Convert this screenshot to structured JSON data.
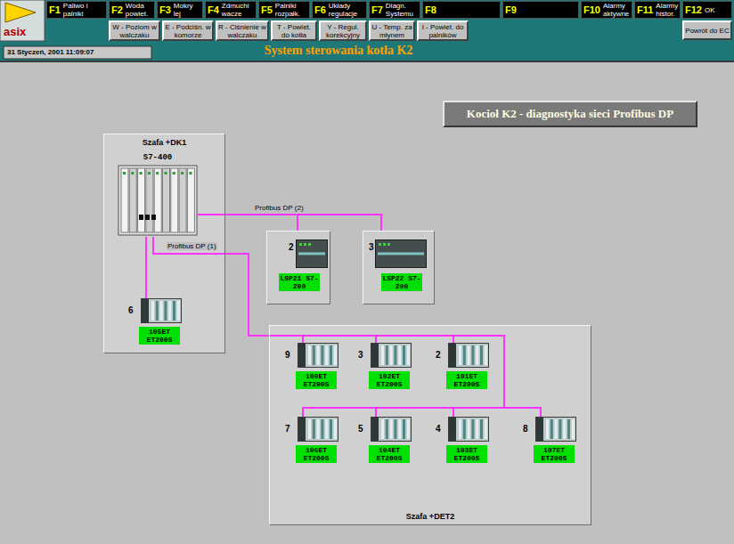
{
  "diagram": {
    "title": "System sterowania kotła K2",
    "nodes": [
      {
        "text": [
          "F1",
          "Paliwo i palniki"
        ]
      },
      {
        "text": [
          "F2",
          "Woda powiet."
        ]
      },
      {
        "text": [
          "F3",
          "Mokry lej"
        ]
      },
      {
        "text": [
          "F4",
          "Zdmuchi wacze"
        ]
      },
      {
        "text": [
          "F5",
          "Palniki rozpałk."
        ]
      },
      {
        "text": [
          "F6",
          "Układy regulacje"
        ]
      },
      {
        "text": [
          "F7",
          "Diagn. Systemu"
        ]
      },
      {
        "text": [
          "F8"
        ]
      },
      {
        "text": [
          "F9"
        ]
      },
      {
        "text": [
          "F10",
          "Alarmy aktywne"
        ]
      },
      {
        "text": [
          "F11",
          "Alarmy histor."
        ]
      },
      {
        "text": [
          "F12",
          "OK"
        ]
      },
      {
        "text": [
          "W - Poziom w walczaku"
        ]
      },
      {
        "text": [
          "E - Podciśn. w komorze"
        ]
      },
      {
        "text": [
          "R - Ciśnienie w walczaku"
        ]
      },
      {
        "text": [
          "T - Powiet. do kotła"
        ]
      },
      {
        "text": [
          "Y - Regul. korekcyjny"
        ]
      },
      {
        "text": [
          "U - Temp. za młynem"
        ]
      },
      {
        "text": [
          "I - Powiet. do palników"
        ]
      },
      {
        "text": [
          "Powrót do EC"
        ]
      },
      {
        "text": [
          "Kocioł K2 - diagnostyka sieci Profibus DP"
        ]
      },
      {
        "text": [
          "Szafa +DK1"
        ]
      },
      {
        "text": [
          "S7-400"
        ],
        "in": 21
      },
      {
        "text": [
          "2",
          "LSP21 S7-200"
        ]
      },
      {
        "text": [
          "3",
          "LSP22 S7-200"
        ]
      },
      {
        "text": [
          "6",
          "105ET ET200S"
        ],
        "in": 21
      },
      {
        "text": [
          "Szafa +DET2"
        ]
      },
      {
        "text": [
          "9",
          "100ET ET200S"
        ],
        "in": 26
      },
      {
        "text": [
          "3",
          "102ET ET200S"
        ],
        "in": 26
      },
      {
        "text": [
          "2",
          "101ET ET200S"
        ],
        "in": 26
      },
      {
        "text": [
          "7",
          "106ET ET200S"
        ],
        "in": 26
      },
      {
        "text": [
          "5",
          "104ET ET200S"
        ],
        "in": 26
      },
      {
        "text": [
          "4",
          "103ET ET200S"
        ],
        "in": 26
      },
      {
        "text": [
          "8",
          "107ET ET200S"
        ],
        "in": 26
      }
    ],
    "edges": [
      {
        "from": 22,
        "to": 23,
        "arrow": "none",
        "label": "Profibus DP (2)"
      },
      {
        "from": 22,
        "to": 24,
        "arrow": "none"
      },
      {
        "from": 22,
        "to": 25,
        "arrow": "none"
      },
      {
        "from": 22,
        "to": 27,
        "arrow": "none",
        "label": "Profibus DP (1)"
      },
      {
        "from": 22,
        "to": 28,
        "arrow": "none"
      },
      {
        "from": 22,
        "to": 29,
        "arrow": "none"
      },
      {
        "from": 22,
        "to": 30,
        "arrow": "none"
      },
      {
        "from": 22,
        "to": 31,
        "arrow": "none"
      },
      {
        "from": 22,
        "to": 32,
        "arrow": "none"
      },
      {
        "from": 22,
        "to": 33,
        "arrow": "none"
      }
    ],
    "labels": [
      "asix",
      "31 Styczeń, 2001 11:09:07"
    ]
  }
}
